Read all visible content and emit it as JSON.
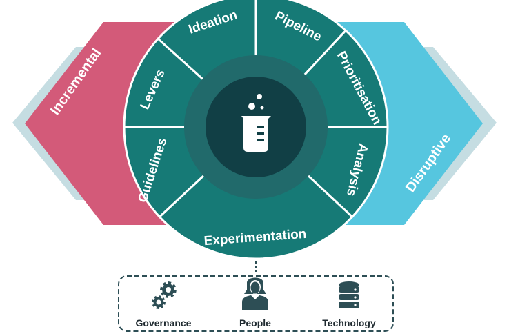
{
  "sides": {
    "left": {
      "label": "Incremental",
      "color": "#d35a79",
      "shadow_color": "#c5dde2"
    },
    "right": {
      "label": "Disruptive",
      "color": "#56c6df",
      "shadow_color": "#c5dde2"
    }
  },
  "wheel": {
    "segment_color": "#167a76",
    "divider_color": "#ffffff",
    "ring_color": "#216a6b",
    "center_color": "#113f45",
    "center_icon": "beaker-icon",
    "segments": [
      "Ideation",
      "Pipeline",
      "Prioritisation",
      "Analysis",
      "Experimentation",
      "Guidelines",
      "Levers"
    ]
  },
  "foundation": {
    "border_color": "#2d4e55",
    "items": [
      {
        "label": "Governance",
        "icon": "gears-icon"
      },
      {
        "label": "People",
        "icon": "person-icon"
      },
      {
        "label": "Technology",
        "icon": "database-icon"
      }
    ]
  }
}
